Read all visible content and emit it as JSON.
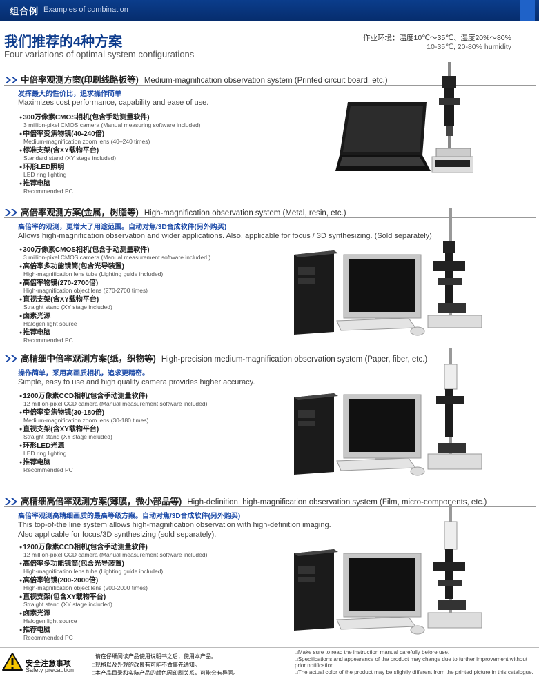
{
  "header": {
    "cn": "组合例",
    "en": "Examples of combination"
  },
  "headline": "我们推荐的4种方案",
  "subhead": "Four variations of optimal system configurations",
  "environment": {
    "cn": "作业环境：温度10℃～35℃、湿度20%～80%",
    "en": "10-35℃, 20-80% humidity"
  },
  "sections": [
    {
      "title_cn": "中倍率观测方案(印刷线路板等)",
      "title_en": "Medium-magnification observation system (Printed circuit board, etc.)",
      "pitch_cn": "发挥最大的性价比，追求操作简单",
      "pitch_en": [
        "Maximizes cost performance, capability  and ease of use."
      ],
      "specs": [
        {
          "cn": "300万像素CMOS相机(包含手动测量软件)",
          "en": "3 million-pixel CMOS camera (Manual measuring software included)"
        },
        {
          "cn": "中倍率变焦物镜(40-240倍)",
          "en": "Medium-magnification zoom lens (40–240 times)"
        },
        {
          "cn": "标准支架(含XY载物平台)",
          "en": "Standard stand (XY stage included)"
        },
        {
          "cn": "环形LED照明",
          "en": "LED ring lighting"
        },
        {
          "cn": "推荐电脑",
          "en": "Recommended PC"
        }
      ]
    },
    {
      "title_cn": "高倍率观测方案(金属，树脂等)",
      "title_en": "High-magnification observation system (Metal, resin, etc.)",
      "pitch_cn": "高倍率的观测，更增大了用途范围。自动对焦/3D合成软件(另外购买)",
      "pitch_en": [
        "Allows high-magnification observation and wider applications. Also, applicable for focus / 3D synthesizing. (Sold separately)"
      ],
      "specs": [
        {
          "cn": "300万像素CMOS相机(包含手动测量软件)",
          "en": "3 million-pixel CMOS camera (Manual measurement software included.)"
        },
        {
          "cn": "高倍率多功能镜筒(包含光导装置)",
          "en": "High-magnification lens tube (Lighting guide included)"
        },
        {
          "cn": "高倍率物镜(270-2700倍)",
          "en": "High-magnification object lens (270-2700 times)"
        },
        {
          "cn": "直视支架(含XY载物平台)",
          "en": "Straight stand (XY stage included)"
        },
        {
          "cn": "卤素光源",
          "en": "Halogen light source"
        },
        {
          "cn": "推荐电脑",
          "en": "Recommended PC"
        }
      ]
    },
    {
      "title_cn": "高精细中倍率观测方案(纸，织物等)",
      "title_en": "High-precision medium-magnification observation system (Paper, fiber, etc.)",
      "pitch_cn": "操作简单，采用高画质相机，追求更精密。",
      "pitch_en": [
        "Simple, easy to use and high quality camera provides higher accuracy."
      ],
      "specs": [
        {
          "cn": "1200万像素CCD相机(包含手动测量软件)",
          "en": "12 million-pixel CCD camera (Manual measurement software included)"
        },
        {
          "cn": "中倍率变焦物镜(30-180倍)",
          "en": "Medium-magnification zoom lens (30-180 times)"
        },
        {
          "cn": "直视支架(含XY载物平台)",
          "en": "Straight stand (XY stage included)"
        },
        {
          "cn": "环形LED光源",
          "en": "LED ring lighting"
        },
        {
          "cn": "推荐电脑",
          "en": "Recommended PC"
        }
      ]
    },
    {
      "title_cn": "高精细高倍率观测方案(薄膜，微小部品等)",
      "title_en": "High-definition, high-magnification observation system (Film, micro-components, etc.)",
      "pitch_cn": "高倍率观测高精细画质的最高等级方案。自动对焦/3D合成软件(另外购买)",
      "pitch_en": [
        "This top-of-the line system allows high-magnification observation with high-definition imaging.",
        "Also applicable for focus/3D synthesizing (sold separately)."
      ],
      "specs": [
        {
          "cn": "1200万像素CCD相机(包含手动测量软件)",
          "en": "12 million-pixel CCD camera (Manual measurement software included)"
        },
        {
          "cn": "高倍率多功能镜筒(包含光导装置)",
          "en": "High-magnification lens tube (Lighting guide included)"
        },
        {
          "cn": "高倍率物镜(200-2000倍)",
          "en": "High-magnification object lens (200-2000 times)"
        },
        {
          "cn": "直视支架(包含XY载物平台)",
          "en": "Straight stand (XY stage included)"
        },
        {
          "cn": "卤素光源",
          "en": "Halogen light source"
        },
        {
          "cn": "推荐电脑",
          "en": "Recommended PC"
        }
      ]
    }
  ],
  "safety": {
    "cn": "安全注意事项",
    "en": "Safety precaution",
    "notes_cn": [
      "□请在仔细阅读产品使用说明书之后，使用本产品。",
      "□规格以及外观的改良有可能不做事先通知。",
      "□本产品目录和实际产品的颜色因印刷关系，可能会有异同。"
    ],
    "notes_en": [
      "□Make sure to read the instruction manual carefully before use.",
      "□Specifications and appearance of the product may change due to further improvement without",
      "   prior notification.",
      "□The actual color of the product may be slightly different from the printed picture in this catalogue."
    ]
  }
}
